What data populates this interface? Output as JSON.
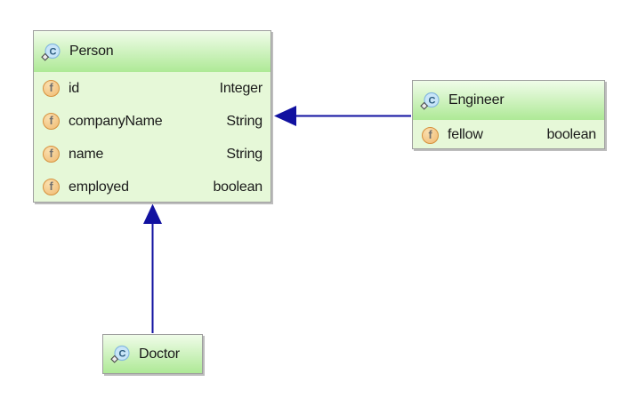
{
  "classes": [
    {
      "name": "Person",
      "fields": [
        {
          "name": "id",
          "type": "Integer"
        },
        {
          "name": "companyName",
          "type": "String"
        },
        {
          "name": "name",
          "type": "String"
        },
        {
          "name": "employed",
          "type": "boolean"
        }
      ]
    },
    {
      "name": "Engineer",
      "fields": [
        {
          "name": "fellow",
          "type": "boolean"
        }
      ]
    },
    {
      "name": "Doctor",
      "fields": []
    }
  ],
  "relations": [
    {
      "from": "Engineer",
      "to": "Person",
      "type": "generalization"
    },
    {
      "from": "Doctor",
      "to": "Person",
      "type": "generalization"
    }
  ],
  "icons": {
    "class_icon_letter": "C",
    "field_icon_letter": "f"
  },
  "colors": {
    "header_gradient_top": "#F0FCE9",
    "header_gradient_bottom": "#AEE996",
    "body_background": "#E6F8D8",
    "box_border": "#9E9E9E",
    "box_shadow": "#BDBDBD",
    "arrow": "#1111A0",
    "class_icon_fill": "#C8E5F8",
    "class_icon_border": "#86B9DE",
    "field_icon_fill": "#F5C98D",
    "field_icon_border": "#D6913D",
    "text": "#1A1A1A"
  }
}
